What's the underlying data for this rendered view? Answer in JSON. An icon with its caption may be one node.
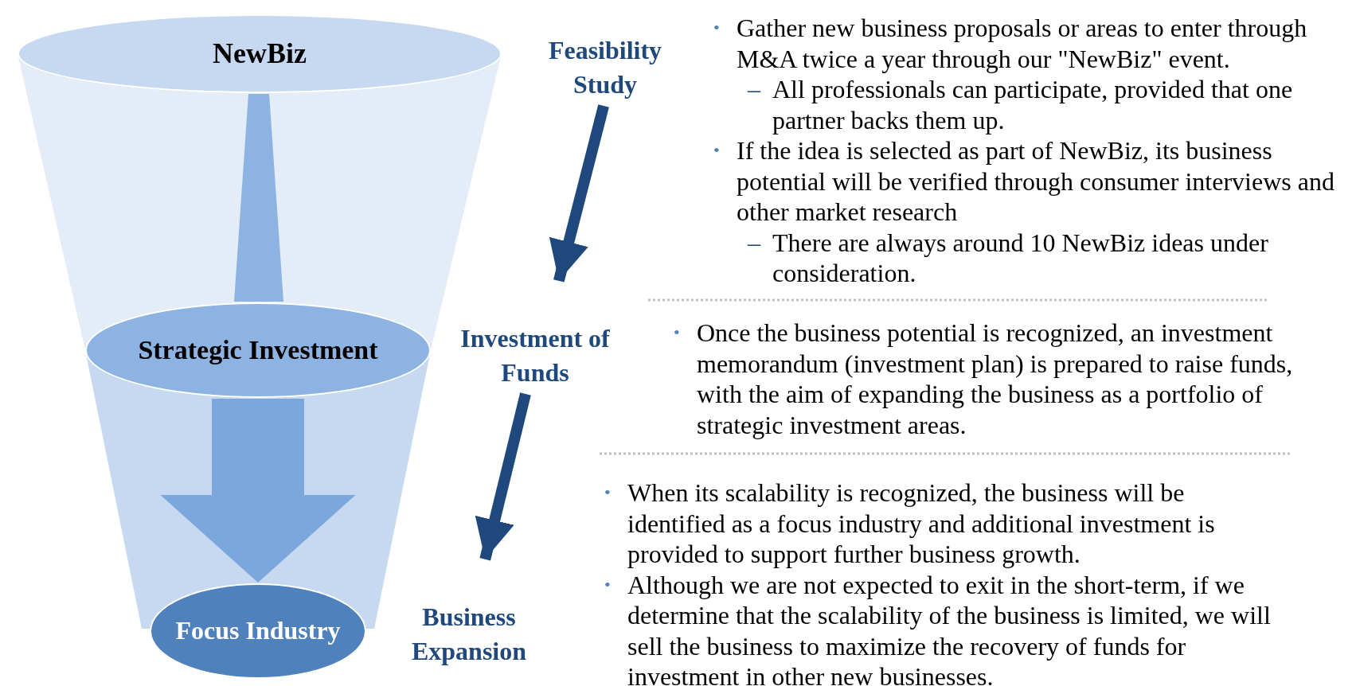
{
  "diagram": {
    "nodes": [
      {
        "text": [
          "NewBiz"
        ]
      },
      {
        "text": [
          "Feasibility Study"
        ]
      },
      {
        "text": [
          "Strategic Investment"
        ]
      },
      {
        "text": [
          "Investment of Funds"
        ]
      },
      {
        "text": [
          "Focus Industry"
        ]
      },
      {
        "text": [
          "Business Expansion"
        ]
      }
    ],
    "edges": [
      {
        "from": 0,
        "to": 2,
        "arrow": "none",
        "color": "#8db3e2"
      },
      {
        "from": 2,
        "to": 4,
        "arrow": "to",
        "color": "#7ba7dd"
      },
      {
        "from": 1,
        "to": 3,
        "arrow": "to",
        "color": "#1f497d"
      },
      {
        "from": 3,
        "to": 5,
        "arrow": "to",
        "color": "#1f497d"
      }
    ],
    "labels": [
      "•",
      "Gather new business proposals or areas to enter through M&A twice a year through our \"NewBiz\" event.",
      "–",
      "All professionals can participate, provided that one partner backs them up.",
      "•",
      "If the idea is selected as part of NewBiz, its business potential will be verified through consumer interviews and other market research",
      "–",
      "There are always around 10 NewBiz ideas under consideration.",
      "•",
      "Once the business potential is recognized, an investment memorandum (investment plan) is prepared to raise funds, with the aim of expanding the business as a portfolio of strategic investment areas.",
      "•",
      "When its scalability is recognized, the business will be identified as a focus industry and additional investment is provided to support further business growth.",
      "•",
      "Although we are not expected to exit in the short-term, if we determine that the scalability of the business is limited, we will sell the business to maximize the recovery of funds for investment in other new businesses."
    ]
  }
}
